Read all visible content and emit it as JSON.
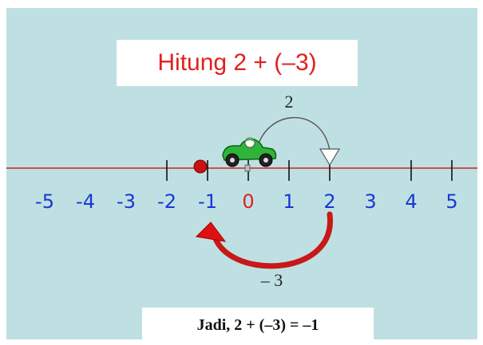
{
  "title": "Hitung 2 + (–3)",
  "result": "Jadi, 2 + (–3) = –1",
  "number_line": {
    "ticks": [
      "-5",
      "-4",
      "-3",
      "-2",
      "-1",
      "0",
      "1",
      "2",
      "3",
      "4",
      "5"
    ],
    "tick_marks_at": [
      -2,
      -1,
      0,
      1,
      2,
      4,
      5
    ],
    "zero_label_color": "#e02020",
    "label_color": "#1a36d6",
    "line_color": "#cc2222"
  },
  "jump_forward": {
    "from": 0,
    "to": 2,
    "label": "2"
  },
  "jump_back": {
    "from": 2,
    "to": -1,
    "label": "– 3"
  },
  "marker": {
    "at": -1,
    "color": "#cc1111"
  },
  "car": {
    "at": 0,
    "icon": "green-race-car-icon"
  }
}
